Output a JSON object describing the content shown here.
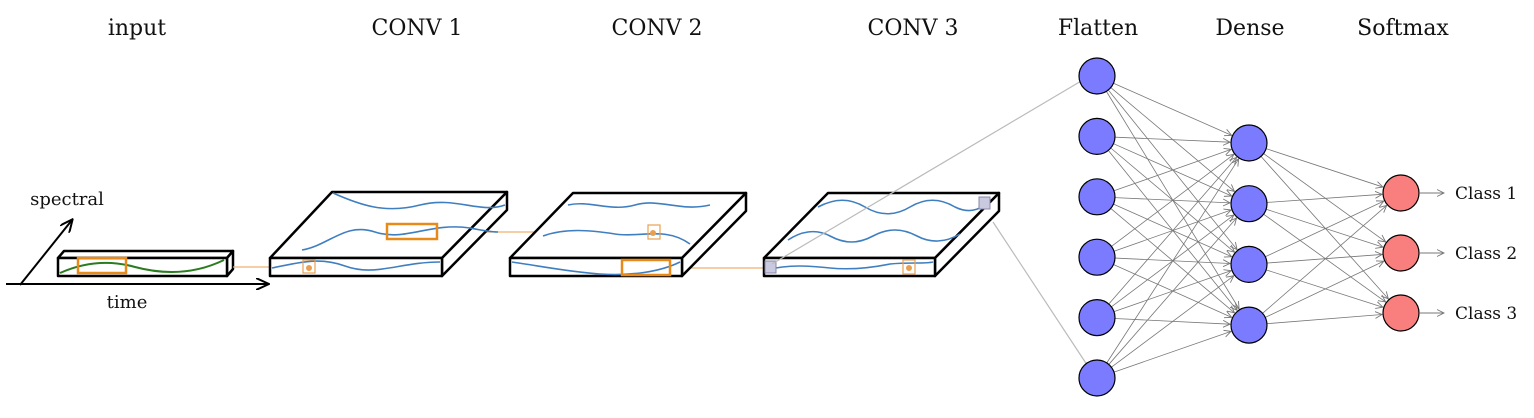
{
  "stages": {
    "input": "input",
    "conv1": "CONV 1",
    "conv2": "CONV 2",
    "conv3": "CONV 3",
    "flatten": "Flatten",
    "dense": "Dense",
    "softmax": "Softmax"
  },
  "axes": {
    "spectral": "spectral",
    "time": "time"
  },
  "network": {
    "flatten_nodes": 6,
    "dense_nodes": 4,
    "softmax_nodes": 3
  },
  "classes": [
    "Class 1",
    "Class 2",
    "Class 3"
  ],
  "colors": {
    "flatten_node": "#7b7bff",
    "dense_node": "#7b7bff",
    "softmax_node": "#f97f7f",
    "wave": "#3f7fc0",
    "input_signal": "#2a7d1e",
    "kernel": "#e88a1a"
  }
}
